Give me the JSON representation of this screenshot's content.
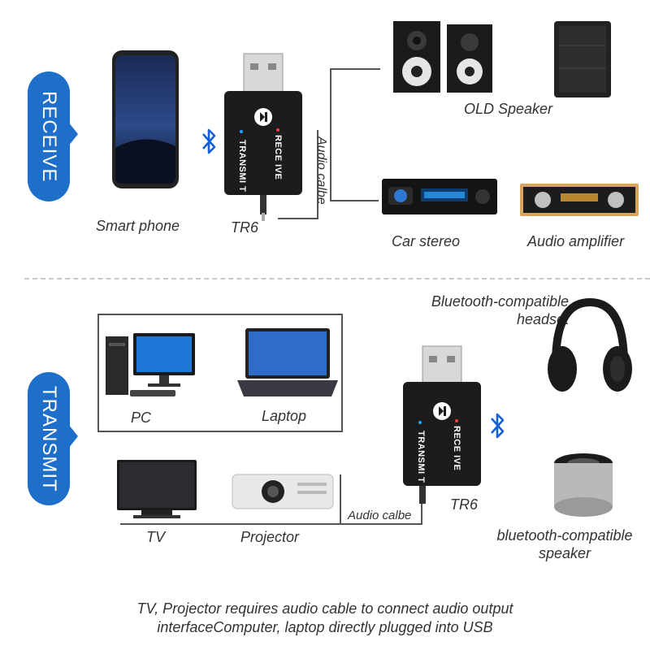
{
  "receive": {
    "tab": "RECEIVE",
    "devices": {
      "smartphone": "Smart phone",
      "tr6": "TR6",
      "old_speaker": "OLD Speaker",
      "car_stereo": "Car stereo",
      "audio_amplifier": "Audio amplifier"
    },
    "cable": "Audio calbe"
  },
  "transmit": {
    "tab": "TRANSMIT",
    "devices": {
      "pc": "PC",
      "laptop": "Laptop",
      "tv": "TV",
      "projector": "Projector",
      "tr6": "TR6",
      "headset": "Bluetooth-compatible headset",
      "speaker": "bluetooth-compatible speaker"
    },
    "cable": "Audio calbe"
  },
  "adapter": {
    "transmit_label": "TRANSMI T",
    "receive_label": "RECE IVE"
  },
  "footnote": "TV, Projector requires audio cable to connect audio output interfaceComputer, laptop directly plugged into USB",
  "colors": {
    "accent": "#1e6fc9",
    "bluetooth": "#1560d8",
    "text": "#333333"
  },
  "icons": [
    "bluetooth-icon",
    "skip-icon"
  ]
}
